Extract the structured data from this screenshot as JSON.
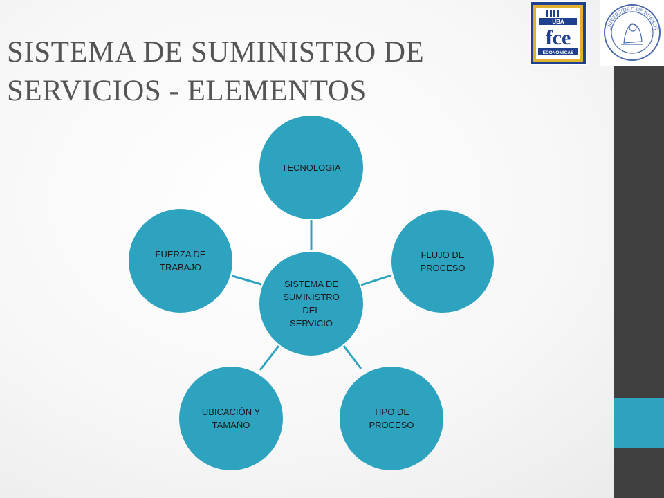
{
  "slide": {
    "title_line1": "SISTEMA DE SUMINISTRO DE",
    "title_line2": "SERVICIOS - ELEMENTOS"
  },
  "logos": {
    "fce_text": "fce",
    "fce_top": "UBA",
    "fce_bottom": "ECONÓMICAS",
    "seal_text": "UNIVERSIDAD DE BUENOS AIRES"
  },
  "diagram": {
    "center": "SISTEMA DE\nSUMINISTRO\nDEL\nSERVICIO",
    "nodes": {
      "tecnologia": "TECNOLOGIA",
      "flujo": "FLUJO DE\nPROCESO",
      "tipo": "TIPO DE\nPROCESO",
      "ubicacion": "UBICACIÓN Y\nTAMAÑO",
      "fuerza": "FUERZA DE\nTRABAJO"
    }
  },
  "colors": {
    "node_fill": "#2ea3bf",
    "connector": "#2ea3bf",
    "sidebar_dark": "#404040",
    "sidebar_accent": "#2ea3bf",
    "title_text": "#555555",
    "fce_blue": "#1f3f8f",
    "fce_gold": "#e0b030"
  }
}
